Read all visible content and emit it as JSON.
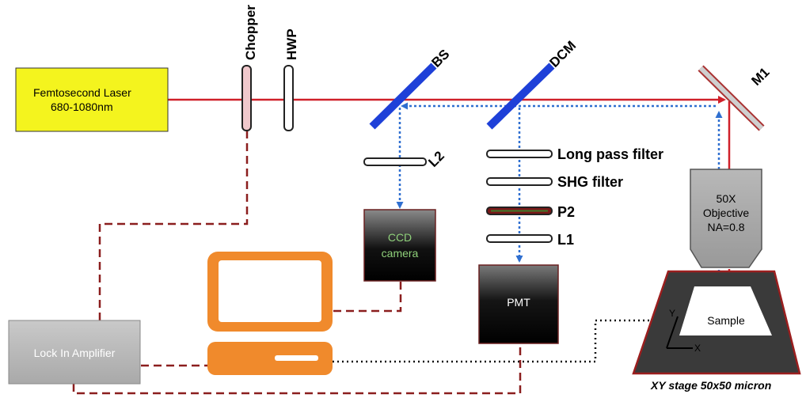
{
  "laser": {
    "line1": "Femtosecond Laser",
    "line2": "680-1080nm"
  },
  "chopper_label": "Chopper",
  "hwp_label": "HWP",
  "bs_label": "BS",
  "dcm_label": "DCM",
  "m1_label": "M1",
  "l2_label": "L2",
  "filters": {
    "long_pass": "Long pass filter",
    "shg": "SHG filter",
    "p2": "P2",
    "l1": "L1"
  },
  "ccd": {
    "line1": "CCD",
    "line2": "camera"
  },
  "pmt_label": "PMT",
  "objective": {
    "line1": "50X",
    "line2": "Objective",
    "line3": "NA=0.8"
  },
  "sample_label": "Sample",
  "axes": {
    "y": "Y",
    "x": "X"
  },
  "stage_caption": "XY stage 50x50 micron",
  "lock_in_label": "Lock In Amplifier",
  "colors": {
    "laser_beam": "#d0202a",
    "signal_path": "#2f6fd0",
    "electrical": "#8b1e1e",
    "laser_box": "#f4f41e",
    "splitter": "#1e40d8",
    "computer": "#f08a2c",
    "ccd_text": "#8fd07a"
  }
}
